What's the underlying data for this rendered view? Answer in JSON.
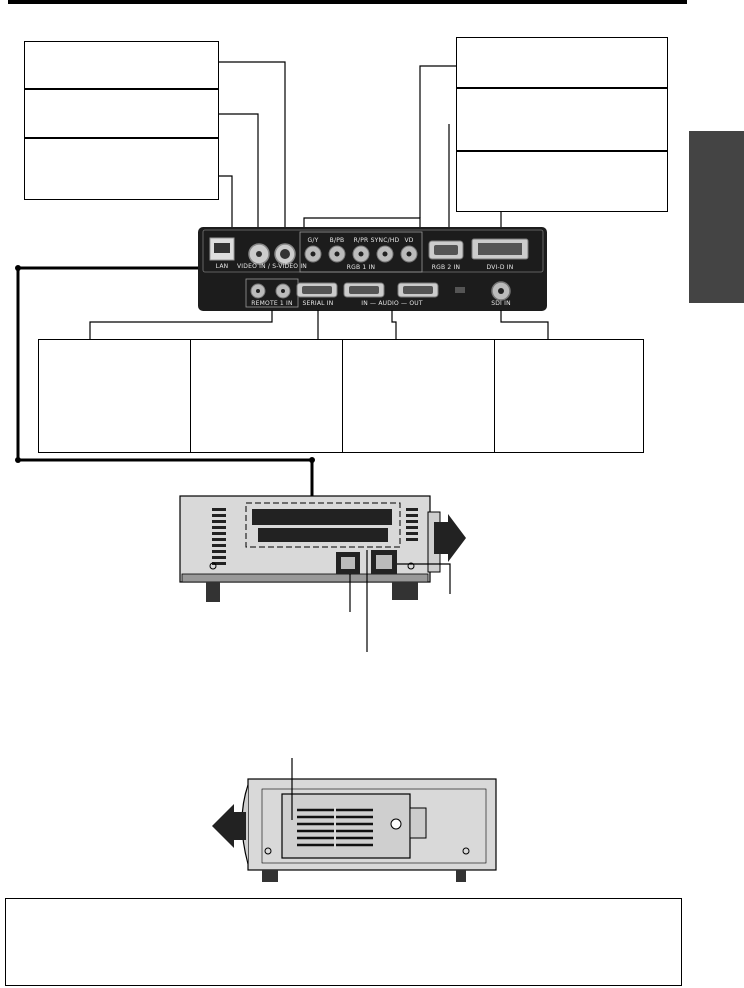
{
  "panel": {
    "labels": {
      "lan": "LAN",
      "video_in": "VIDEO IN",
      "s_video_in": "S-VIDEO IN",
      "rgb1_in": "RGB 1 IN",
      "rgb2_in": "RGB 2 IN",
      "dvi_d_in": "DVI-D IN",
      "remote_in": "REMOTE 1 IN",
      "serial_in": "SERIAL IN",
      "remote2_in_out": "IN — AUDIO — OUT",
      "sdi_in": "SDI IN",
      "rgb1_jacks": [
        "G/Y",
        "B/PB",
        "R/PR",
        "SYNC/HD",
        "VD"
      ]
    }
  },
  "colors": {
    "panel": "#1c1c1c",
    "projector_body": "#d9d9d9",
    "side_tab": "#444444"
  }
}
